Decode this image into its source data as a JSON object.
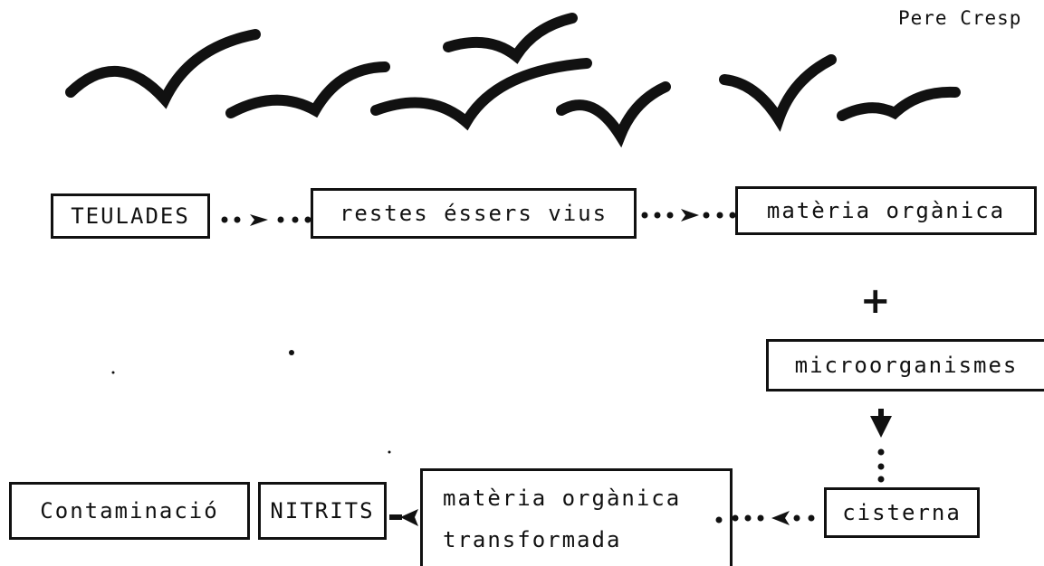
{
  "author": "Pere Cresp",
  "nodes": {
    "teulades": "TEULADES",
    "restes": "restes éssers vius",
    "materia_organica": "matèria orgànica",
    "plus": "+",
    "microorganismes": "microorganismes",
    "cisterna": "cisterna",
    "materia_transformada_line1": "matèria orgànica",
    "materia_transformada_line2": "transformada",
    "nitrits": "NITRITS",
    "contaminacio": "Contaminació"
  },
  "colors": {
    "ink": "#111111",
    "paper": "#ffffff"
  },
  "icons": [
    "bird-icon",
    "arrow-right-icon",
    "arrow-down-icon",
    "arrow-left-icon"
  ]
}
